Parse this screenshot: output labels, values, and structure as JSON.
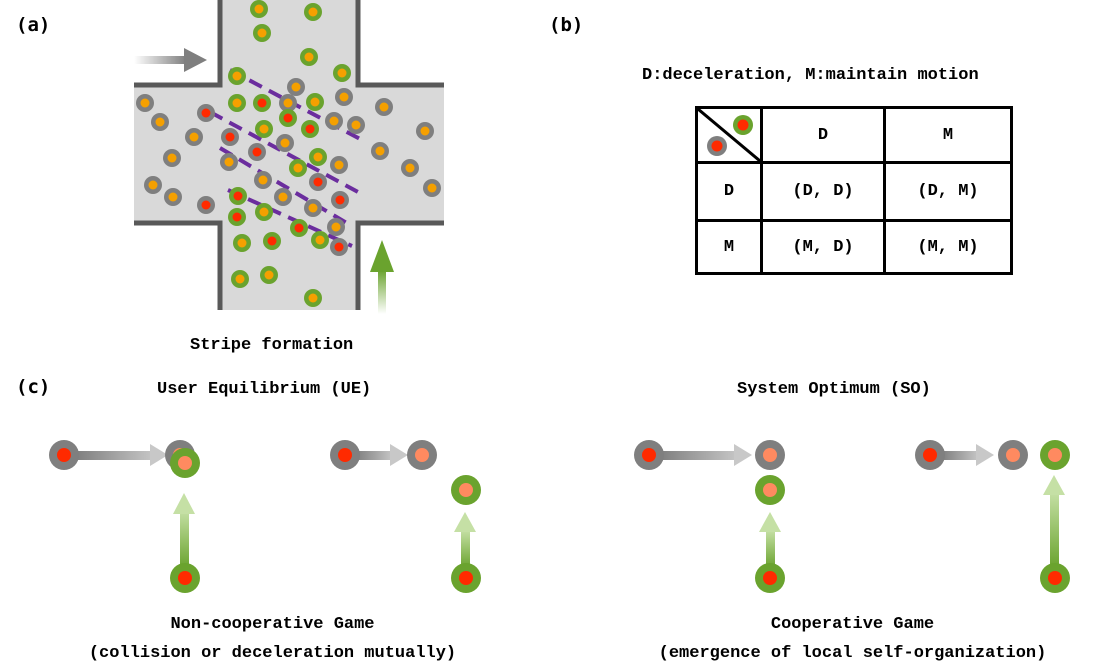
{
  "panels": {
    "a": {
      "label": "(a)",
      "caption": "Stripe formation"
    },
    "b": {
      "label": "(b)",
      "legend": "D:deceleration, M:maintain motion",
      "col_headers": [
        "D",
        "M"
      ],
      "row_headers": [
        "D",
        "M"
      ],
      "cells": [
        [
          "(D, D)",
          "(D, M)"
        ],
        [
          "(M, D)",
          "(M, M)"
        ]
      ]
    },
    "c": {
      "label": "(c)",
      "ue_title": "User Equilibrium (UE)",
      "so_title": "System Optimum (SO)",
      "ue_caption_1": "Non-cooperative Game",
      "ue_caption_2": "(collision or deceleration mutually)",
      "so_caption_1": "Cooperative Game",
      "so_caption_2": "(emergence of local self-organization)"
    }
  },
  "colors": {
    "gray_agent": "#7f7f7f",
    "green_agent": "#6aa32e",
    "red_core": "#ff2a00",
    "orange_core": "#f5a000",
    "corridor": "#d9d9d9",
    "wall": "#595959",
    "stripe": "#6b2d9e"
  }
}
